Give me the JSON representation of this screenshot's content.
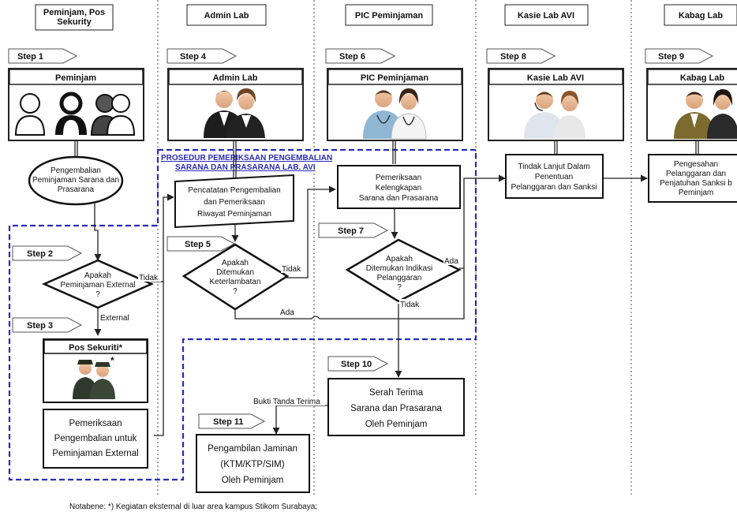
{
  "lanes": [
    {
      "title1": "Peminjam, Pos",
      "title2": "Sekurity"
    },
    {
      "title1": "Admin Lab"
    },
    {
      "title1": "PIC Peminjaman"
    },
    {
      "title1": "Kasie Lab AVI"
    },
    {
      "title1": "Kabag Lab"
    }
  ],
  "steps": {
    "s1": "Step 1",
    "s2": "Step 2",
    "s3": "Step 3",
    "s4": "Step 4",
    "s5": "Step 5",
    "s6": "Step 6",
    "s7": "Step 7",
    "s8": "Step 8",
    "s9": "Step 9",
    "s10": "Step 10",
    "s11": "Step 11"
  },
  "actors": {
    "peminjam": "Peminjam",
    "admin": "Admin Lab",
    "pic": "PIC Peminjaman",
    "kasie": "Kasie Lab AVI",
    "kabag": "Kabag Lab",
    "pos": "Pos Sekuriti*",
    "asterisk": "*"
  },
  "prosedur": {
    "line1": "PROSEDUR PEMERIKSAAN PENGEMBALIAN",
    "line2": "SARANA DAN PRASARANA LAB. AVI"
  },
  "nodes": {
    "pengembalian": [
      "Pengembalian",
      "Peminjaman Sarana dan",
      "Prasarana"
    ],
    "apakah_external": [
      "Apakah",
      "Peminjaman External",
      "?"
    ],
    "pemeriksaan_external": [
      "Pemeriksaan",
      "Pengembalian untuk",
      "Peminjaman External"
    ],
    "pencatatan": [
      "Pencatatan Pengembalian",
      "dan Pemeriksaan",
      "Riwayat Peminjaman"
    ],
    "apakah_terlambat": [
      "Apakah",
      "Ditemukan",
      "Keterlambatan",
      "?"
    ],
    "pemeriksaan_kelengkapan": [
      "Pemeriksaan",
      "Kelengkapan",
      "Sarana dan Prasarana"
    ],
    "apakah_pelanggaran": [
      "Apakah",
      "Ditemukan Indikasi",
      "Pelanggaran",
      "?"
    ],
    "tindak_lanjut": [
      "Tindak Lanjut Dalam",
      "Penentuan",
      "Pelanggaran dan Sanksi"
    ],
    "pengesahan": [
      "Pengesahan",
      "Pelanggaran dan",
      "Penjatuhan Sanksi b",
      "Peminjam"
    ],
    "serah_terima": [
      "Serah Terima",
      "Sarana dan Prasarana",
      "Oleh Peminjam"
    ],
    "pengambilan": [
      "Pengambilan Jaminan",
      "(KTM/KTP/SIM)",
      "Oleh Peminjam"
    ]
  },
  "labels": {
    "tidak1": "Tidak",
    "external": "External",
    "tidak2": "Tidak",
    "ada1": "Ada",
    "ada2": "Ada",
    "tidak3": "Tidak",
    "bukti": "Bukti Tanda Terima"
  },
  "note": "Notabene: *) Kegiatan eksternal di luar  area kampus Stikom Surabaya;",
  "colors": {
    "dashed_frame": "#2b2bb8",
    "prosedur_text": "#2b2bb8",
    "line": "#222222"
  }
}
